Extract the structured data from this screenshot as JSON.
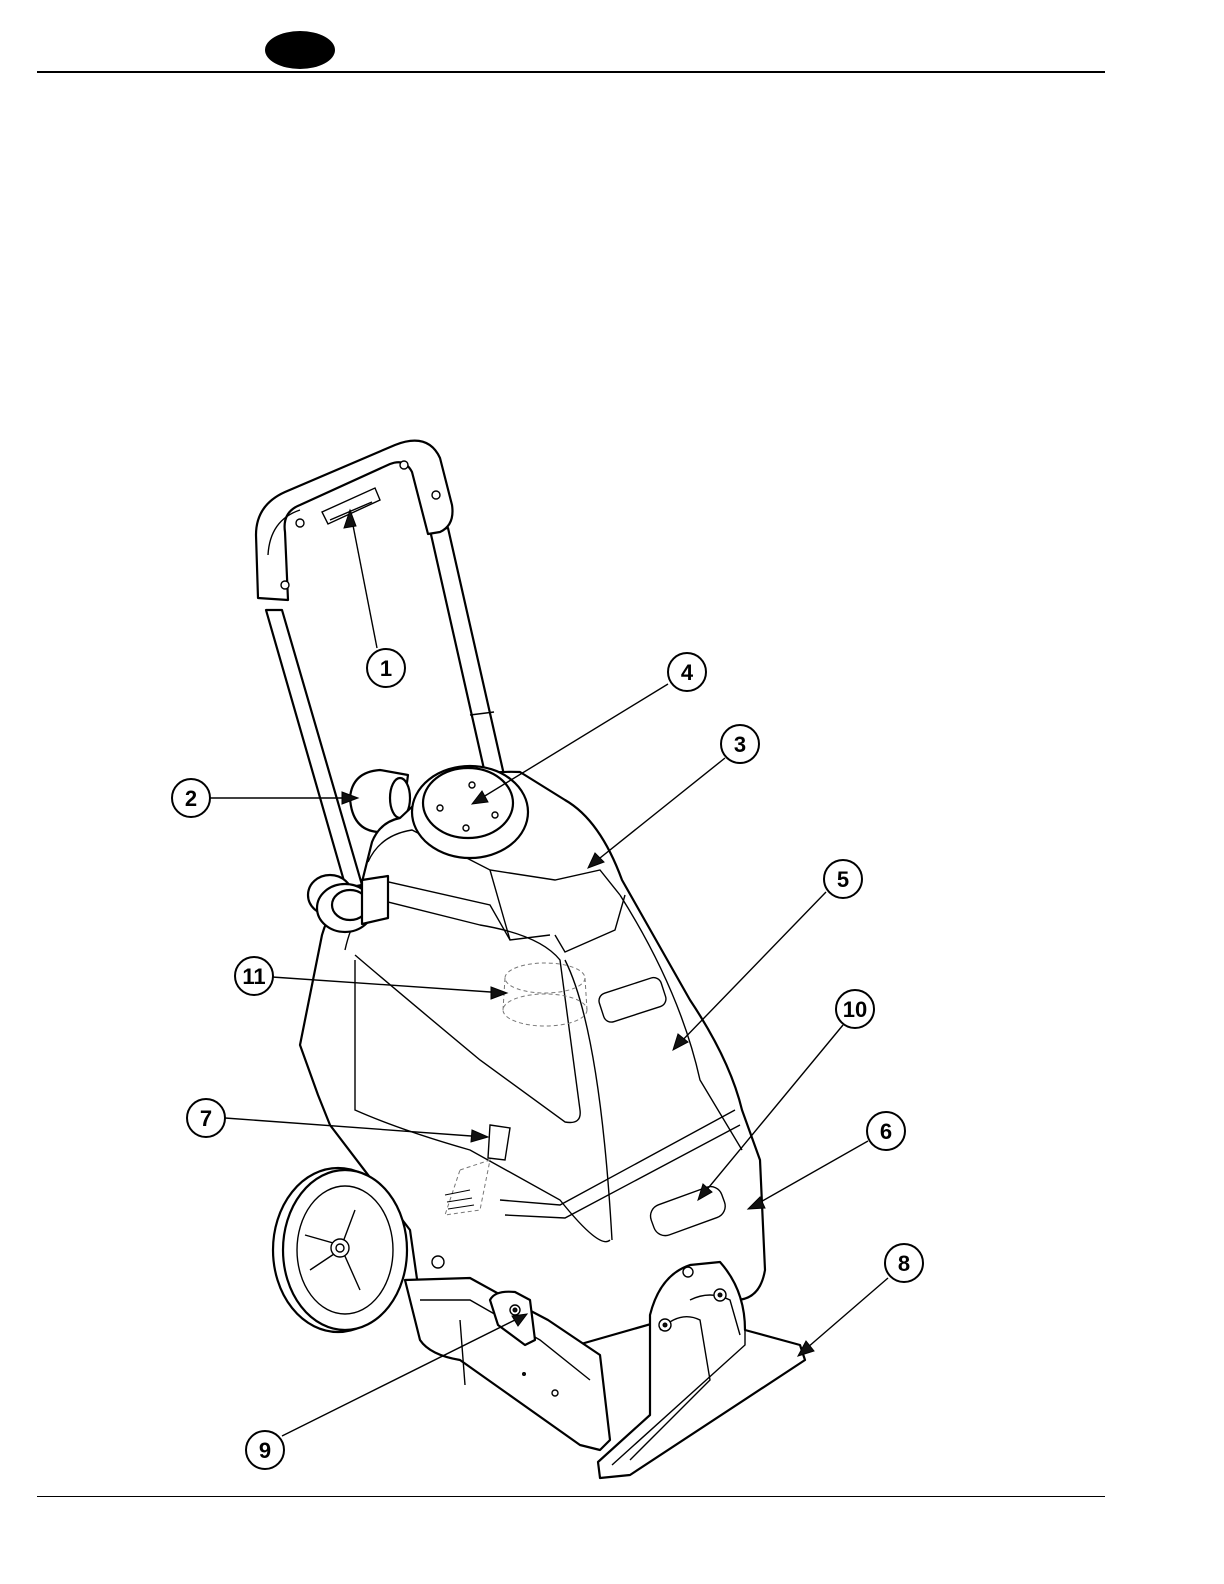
{
  "header": {
    "oval": "black-tab",
    "rule": true
  },
  "footer": {
    "rule": true
  },
  "diagram": {
    "subject": "upright carpet extractor",
    "callouts": [
      {
        "id": "c1",
        "label": "1"
      },
      {
        "id": "c2",
        "label": "2"
      },
      {
        "id": "c3",
        "label": "3"
      },
      {
        "id": "c4",
        "label": "4"
      },
      {
        "id": "c5",
        "label": "5"
      },
      {
        "id": "c6",
        "label": "6"
      },
      {
        "id": "c7",
        "label": "7"
      },
      {
        "id": "c8",
        "label": "8"
      },
      {
        "id": "c9",
        "label": "9"
      },
      {
        "id": "c10",
        "label": "10"
      },
      {
        "id": "c11",
        "label": "11"
      }
    ]
  }
}
